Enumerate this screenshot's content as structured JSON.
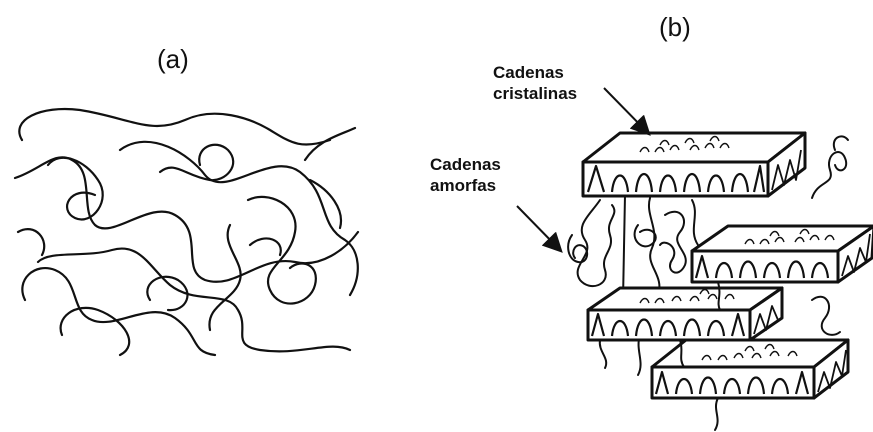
{
  "figure": {
    "panel_a": {
      "label": "(a)"
    },
    "panel_b": {
      "label": "(b)",
      "annotation_crystalline": [
        "Cadenas",
        "cristalinas"
      ],
      "annotation_amorphous": [
        "Cadenas",
        "amorfas"
      ]
    }
  },
  "colors": {
    "ink": "#111111",
    "background": "#ffffff"
  }
}
